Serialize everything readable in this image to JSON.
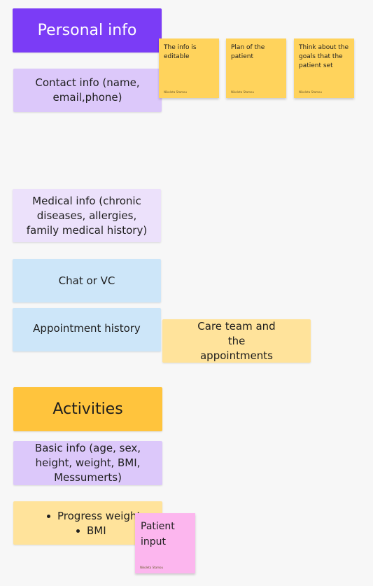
{
  "sections": {
    "personal_info": "Personal info",
    "contact_info": "Contact info (name, email,phone)",
    "medical_info": "Medical info (chronic diseases, allergies, family medical history)",
    "chat_vc": "Chat or VC",
    "appointment_history": "Appointment history",
    "care_team": "Care team and the appointments",
    "activities": "Activities",
    "basic_info": "Basic info (age, sex, height, weight, BMI, Messumerts)",
    "progress_items": [
      "Progress weight",
      "BMI"
    ]
  },
  "stickies": [
    {
      "text": "The info is editable",
      "author": "Nikoleta Stamou"
    },
    {
      "text": "Plan of the patient",
      "author": "Nikoleta Stamou"
    },
    {
      "text": "Think about the goals that the patient set",
      "author": "Nikoleta Stamou"
    },
    {
      "text": "Patient input",
      "author": "Nikoleta Stamou"
    }
  ],
  "colors": {
    "header_purple": "#7b3cf6",
    "light_purple": "#dcc8fa",
    "lighter_purple": "#ece1fb",
    "light_blue": "#cde6f9",
    "light_yellow": "#ffe39b",
    "amber": "#ffc43d",
    "sticky_yellow": "#ffd35c",
    "sticky_pink": "#fcb6ee"
  }
}
